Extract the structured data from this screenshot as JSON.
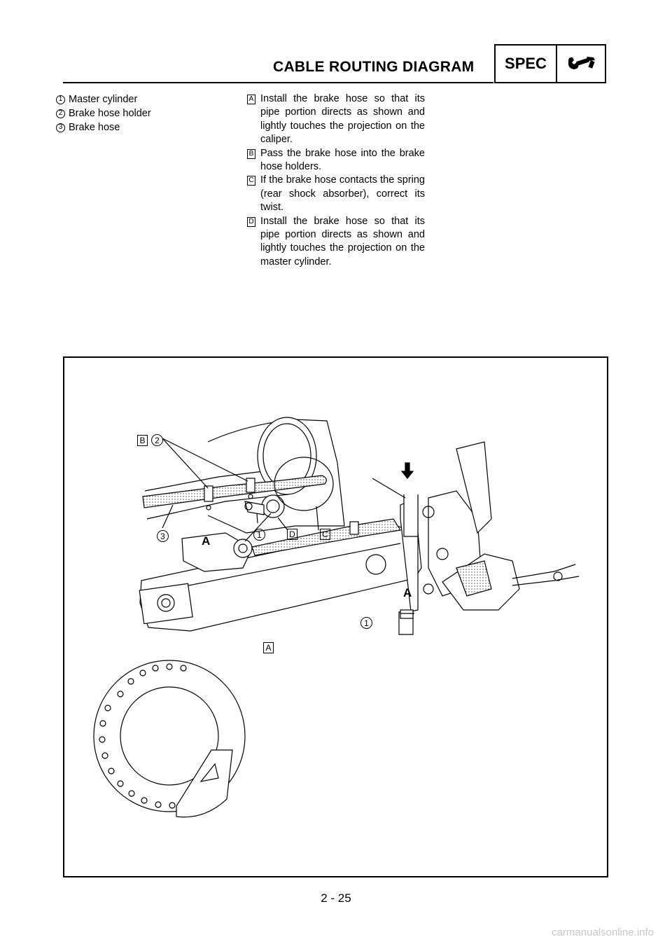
{
  "header": {
    "title": "CABLE ROUTING DIAGRAM",
    "spec_label": "SPEC",
    "icon": "wrench-icon"
  },
  "legend": [
    {
      "num": "1",
      "text": "Master cylinder"
    },
    {
      "num": "2",
      "text": "Brake hose holder"
    },
    {
      "num": "3",
      "text": "Brake hose"
    }
  ],
  "notes": [
    {
      "letter": "A",
      "text": "Install the brake hose so that its pipe portion directs as shown and lightly touches the projection on the caliper."
    },
    {
      "letter": "B",
      "text": "Pass the brake hose into the brake hose holders."
    },
    {
      "letter": "C",
      "text": "If the brake hose contacts the spring (rear shock absorber), correct its twist."
    },
    {
      "letter": "D",
      "text": "Install the brake hose so that its pipe portion directs as shown and lightly touches the projection on the master cylinder."
    }
  ],
  "figure_labels": {
    "b": "B",
    "two": "2",
    "three": "3",
    "view_a_top": "A",
    "one_top": "1",
    "d": "D",
    "c": "C",
    "view_a_arrow": "A",
    "one_bottom": "1",
    "a": "A"
  },
  "page_number": "2 - 25",
  "watermark": "carmanualsonline.info"
}
